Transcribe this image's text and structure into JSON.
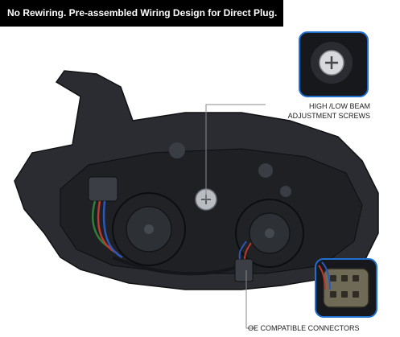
{
  "banner": {
    "text": "No Rewiring. Pre-assembled Wiring Design for Direct Plug."
  },
  "callouts": [
    {
      "line1": "HIGH /LOW BEAM",
      "line2": "ADJUSTMENT SCREWS"
    },
    {
      "line1": "OE COMPATIBLE CONNECTORS"
    }
  ],
  "colors": {
    "accent": "#1f6fd0",
    "housing": "#2a2c31",
    "housing_dark": "#16181b",
    "banner": "#000000"
  },
  "icons": [
    "screw-icon",
    "connector-icon"
  ]
}
